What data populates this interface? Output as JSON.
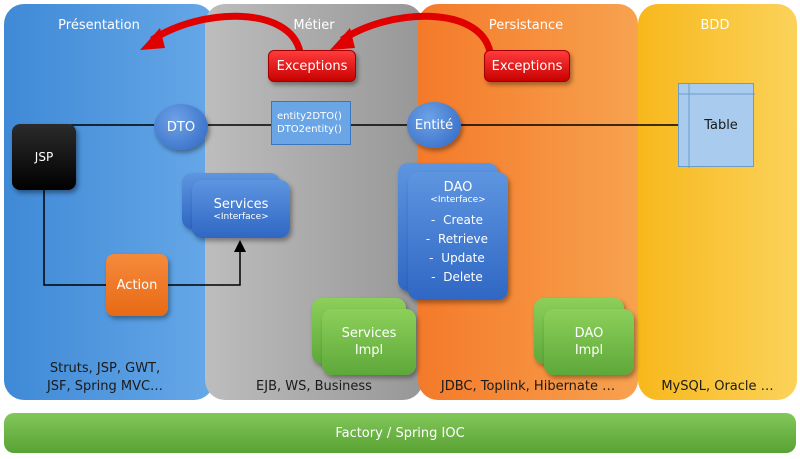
{
  "layers": {
    "presentation": {
      "title": "Présentation",
      "footer_line1": "Struts, JSP, GWT,",
      "footer_line2": "JSF, Spring MVC…"
    },
    "metier": {
      "title": "Métier",
      "footer": "EJB, WS, Business"
    },
    "persistance": {
      "title": "Persistance",
      "footer": "JDBC, Toplink, Hibernate …"
    },
    "bdd": {
      "title": "BDD",
      "footer": "MySQL, Oracle …"
    }
  },
  "bottom_bar": {
    "label": "Factory / Spring IOC"
  },
  "nodes": {
    "exceptions_metier": "Exceptions",
    "exceptions_persistance": "Exceptions",
    "dto": "DTO",
    "entite": "Entité",
    "mapping_line1": "entity2DTO()",
    "mapping_line2": "DTO2entity()",
    "jsp": "JSP",
    "action": "Action",
    "services_title": "Services",
    "services_sub": "<Interface>",
    "dao_title": "DAO",
    "dao_sub": "<Interface>",
    "dao_methods": [
      "Create",
      "Retrieve",
      "Update",
      "Delete"
    ],
    "dao_bullet": "-",
    "services_impl_line1": "Services",
    "services_impl_line2": "Impl",
    "dao_impl_line1": "DAO",
    "dao_impl_line2": "Impl",
    "table": "Table"
  },
  "colors": {
    "presentation": "#4f97df",
    "metier": "#a8a8a8",
    "persistance": "#f0883a",
    "bdd": "#f8c22b",
    "bottom_bar": "#6ab445",
    "exceptions": "#e00000",
    "arrow_red": "#e00000"
  }
}
